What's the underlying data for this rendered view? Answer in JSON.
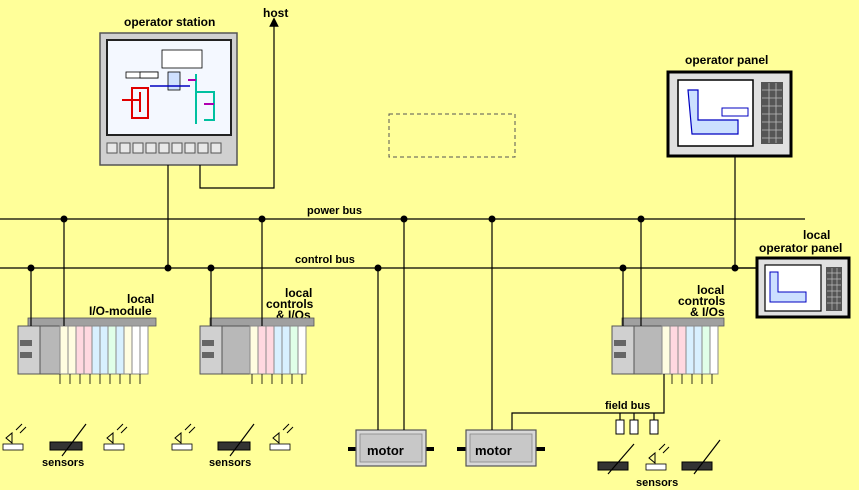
{
  "labels": {
    "host": "host",
    "operator_station": "operator station",
    "operator_panel": "operator panel",
    "local_operator_panel": [
      "local",
      "operator panel"
    ],
    "power_bus": "power bus",
    "control_bus": "control bus",
    "local_io_module": [
      "local",
      "I/O-module"
    ],
    "local_controls_ios_1": [
      "local",
      "controls",
      "& I/Os"
    ],
    "local_controls_ios_2": [
      "local",
      "controls",
      "& I/Os"
    ],
    "field_bus": "field bus",
    "sensors_1": "sensors",
    "sensors_2": "sensors",
    "sensors_3": "sensors",
    "motor_1": "motor",
    "motor_2": "motor"
  },
  "colors": {
    "background": "#ffff99",
    "device_frame": "#c8c8c8",
    "screen_border": "#000000",
    "io_card_colors": [
      "#fffde0",
      "#ffd8e0",
      "#d8f0ff",
      "#e0ffe8"
    ]
  }
}
